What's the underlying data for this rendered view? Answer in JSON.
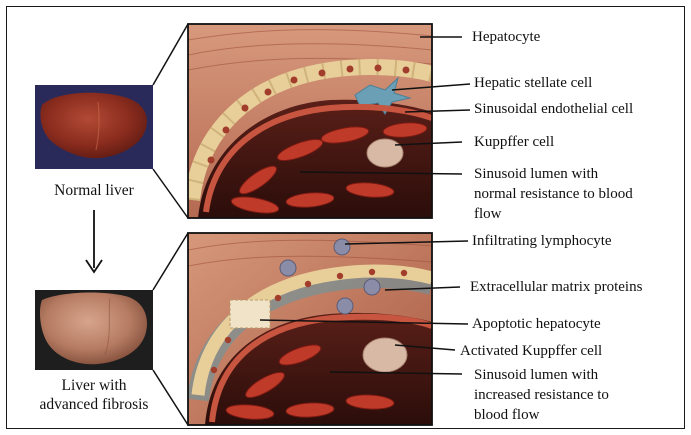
{
  "captions": {
    "normal_liver": "Normal liver",
    "fibrotic_liver": [
      "Liver with",
      "advanced fibrosis"
    ]
  },
  "labels_top": [
    "Hepatocyte",
    "Hepatic stellate cell",
    "Sinusoidal endothelial cell",
    "Kuppffer cell",
    "Sinusoid lumen with",
    "normal resistance to  blood",
    "flow"
  ],
  "labels_bottom": [
    "Infiltrating  lymphocyte",
    "Extracellular matrix proteins",
    "Apoptotic hepatocyte",
    "Activated Kuppffer cell",
    "Sinusoid lumen with",
    "increased resistance to",
    "blood flow"
  ]
}
